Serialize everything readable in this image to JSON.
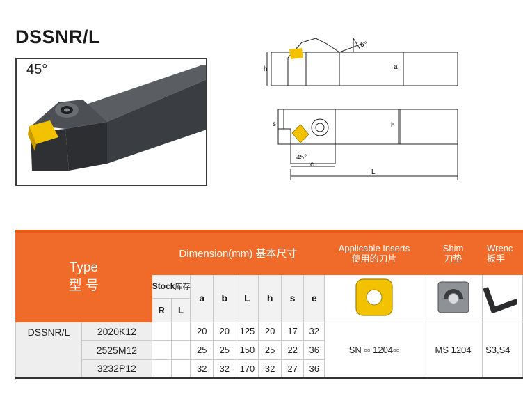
{
  "title": "DSSNR/L",
  "photo": {
    "angle_label": "45°"
  },
  "drawing": {
    "angle_top": "6°",
    "angle_bottom": "45°",
    "labels": {
      "h": "h",
      "a": "a",
      "s": "s",
      "b": "b",
      "e": "e",
      "L": "L"
    }
  },
  "table": {
    "type_header": {
      "en": "Type",
      "cn": "型 号"
    },
    "dimension_header": "Dimension(mm) 基本尺寸",
    "inserts_header": {
      "en": "Applicable Inserts",
      "cn": "使用的刀片"
    },
    "shim_header": {
      "en": "Shim",
      "cn": "刀垫"
    },
    "wrench_header": {
      "en": "Wrenc",
      "cn": "扳手"
    },
    "stock_header": {
      "en": "Stock",
      "cn": "库存"
    },
    "stock_r": "R",
    "stock_l": "L",
    "columns": [
      "a",
      "b",
      "L",
      "h",
      "s",
      "e"
    ],
    "type_name": "DSSNR/L",
    "rows": [
      {
        "code": "2020K12",
        "a": "20",
        "b": "20",
        "L": "125",
        "h": "20",
        "s": "17",
        "e": "32"
      },
      {
        "code": "2525M12",
        "a": "25",
        "b": "25",
        "L": "150",
        "h": "25",
        "s": "22",
        "e": "36"
      },
      {
        "code": "3232P12",
        "a": "32",
        "b": "32",
        "L": "170",
        "h": "32",
        "s": "27",
        "e": "36"
      }
    ],
    "insert_value": "SN ▫▫ 1204▫▫",
    "shim_value": "MS 1204",
    "wrench_value": "S3,S4"
  },
  "colors": {
    "header_orange": "#f06a2a",
    "insert_yellow": "#f2c200",
    "tool_dark": "#3d4044"
  }
}
